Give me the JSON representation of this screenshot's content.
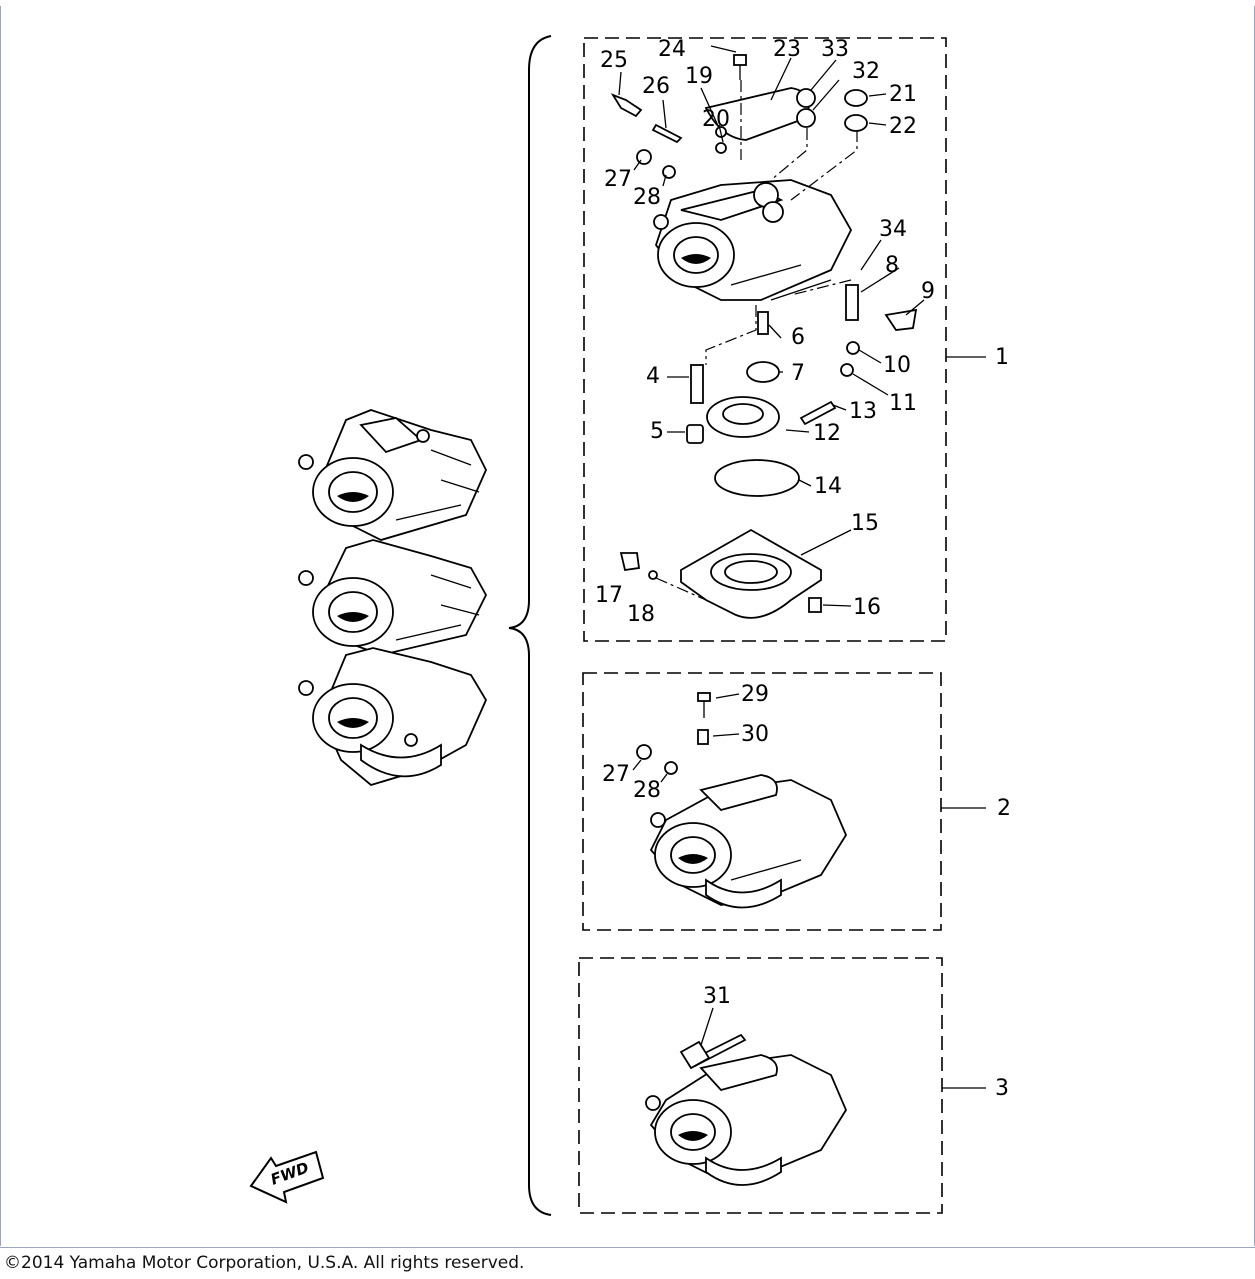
{
  "diagram": {
    "callouts": [
      "1",
      "2",
      "3",
      "4",
      "5",
      "6",
      "7",
      "8",
      "9",
      "10",
      "11",
      "12",
      "13",
      "14",
      "15",
      "16",
      "17",
      "18",
      "19",
      "20",
      "21",
      "22",
      "23",
      "24",
      "25",
      "26",
      "27",
      "28",
      "29",
      "30",
      "31",
      "32",
      "33",
      "34"
    ],
    "callouts_box2": [
      "27",
      "28",
      "29",
      "30"
    ],
    "fwd_label": "FWD"
  },
  "footer": {
    "copyright": "©2014 Yamaha Motor Corporation, U.S.A. All rights reserved."
  }
}
